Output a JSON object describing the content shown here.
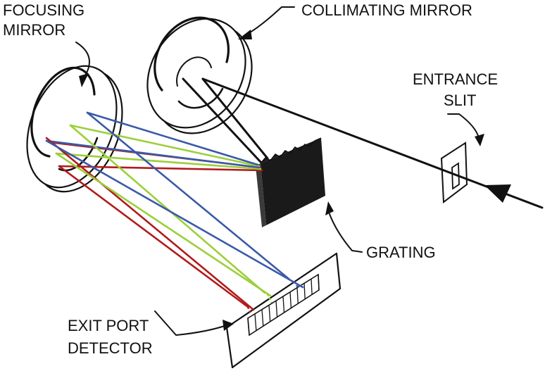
{
  "labels": {
    "focusing_mirror": [
      "FOCUSING",
      "MIRROR"
    ],
    "collimating_mirror": "COLLIMATING MIRROR",
    "entrance_slit": [
      "ENTRANCE",
      "SLIT"
    ],
    "grating": "GRATING",
    "exit_port_detector": [
      "EXIT PORT",
      "DETECTOR"
    ]
  },
  "colors": {
    "red_ray": "#b01c1c",
    "green_ray": "#9ccf3a",
    "blue_ray": "#3a5aa8",
    "ink": "#111111",
    "grating_body": "#1a1a1a"
  }
}
